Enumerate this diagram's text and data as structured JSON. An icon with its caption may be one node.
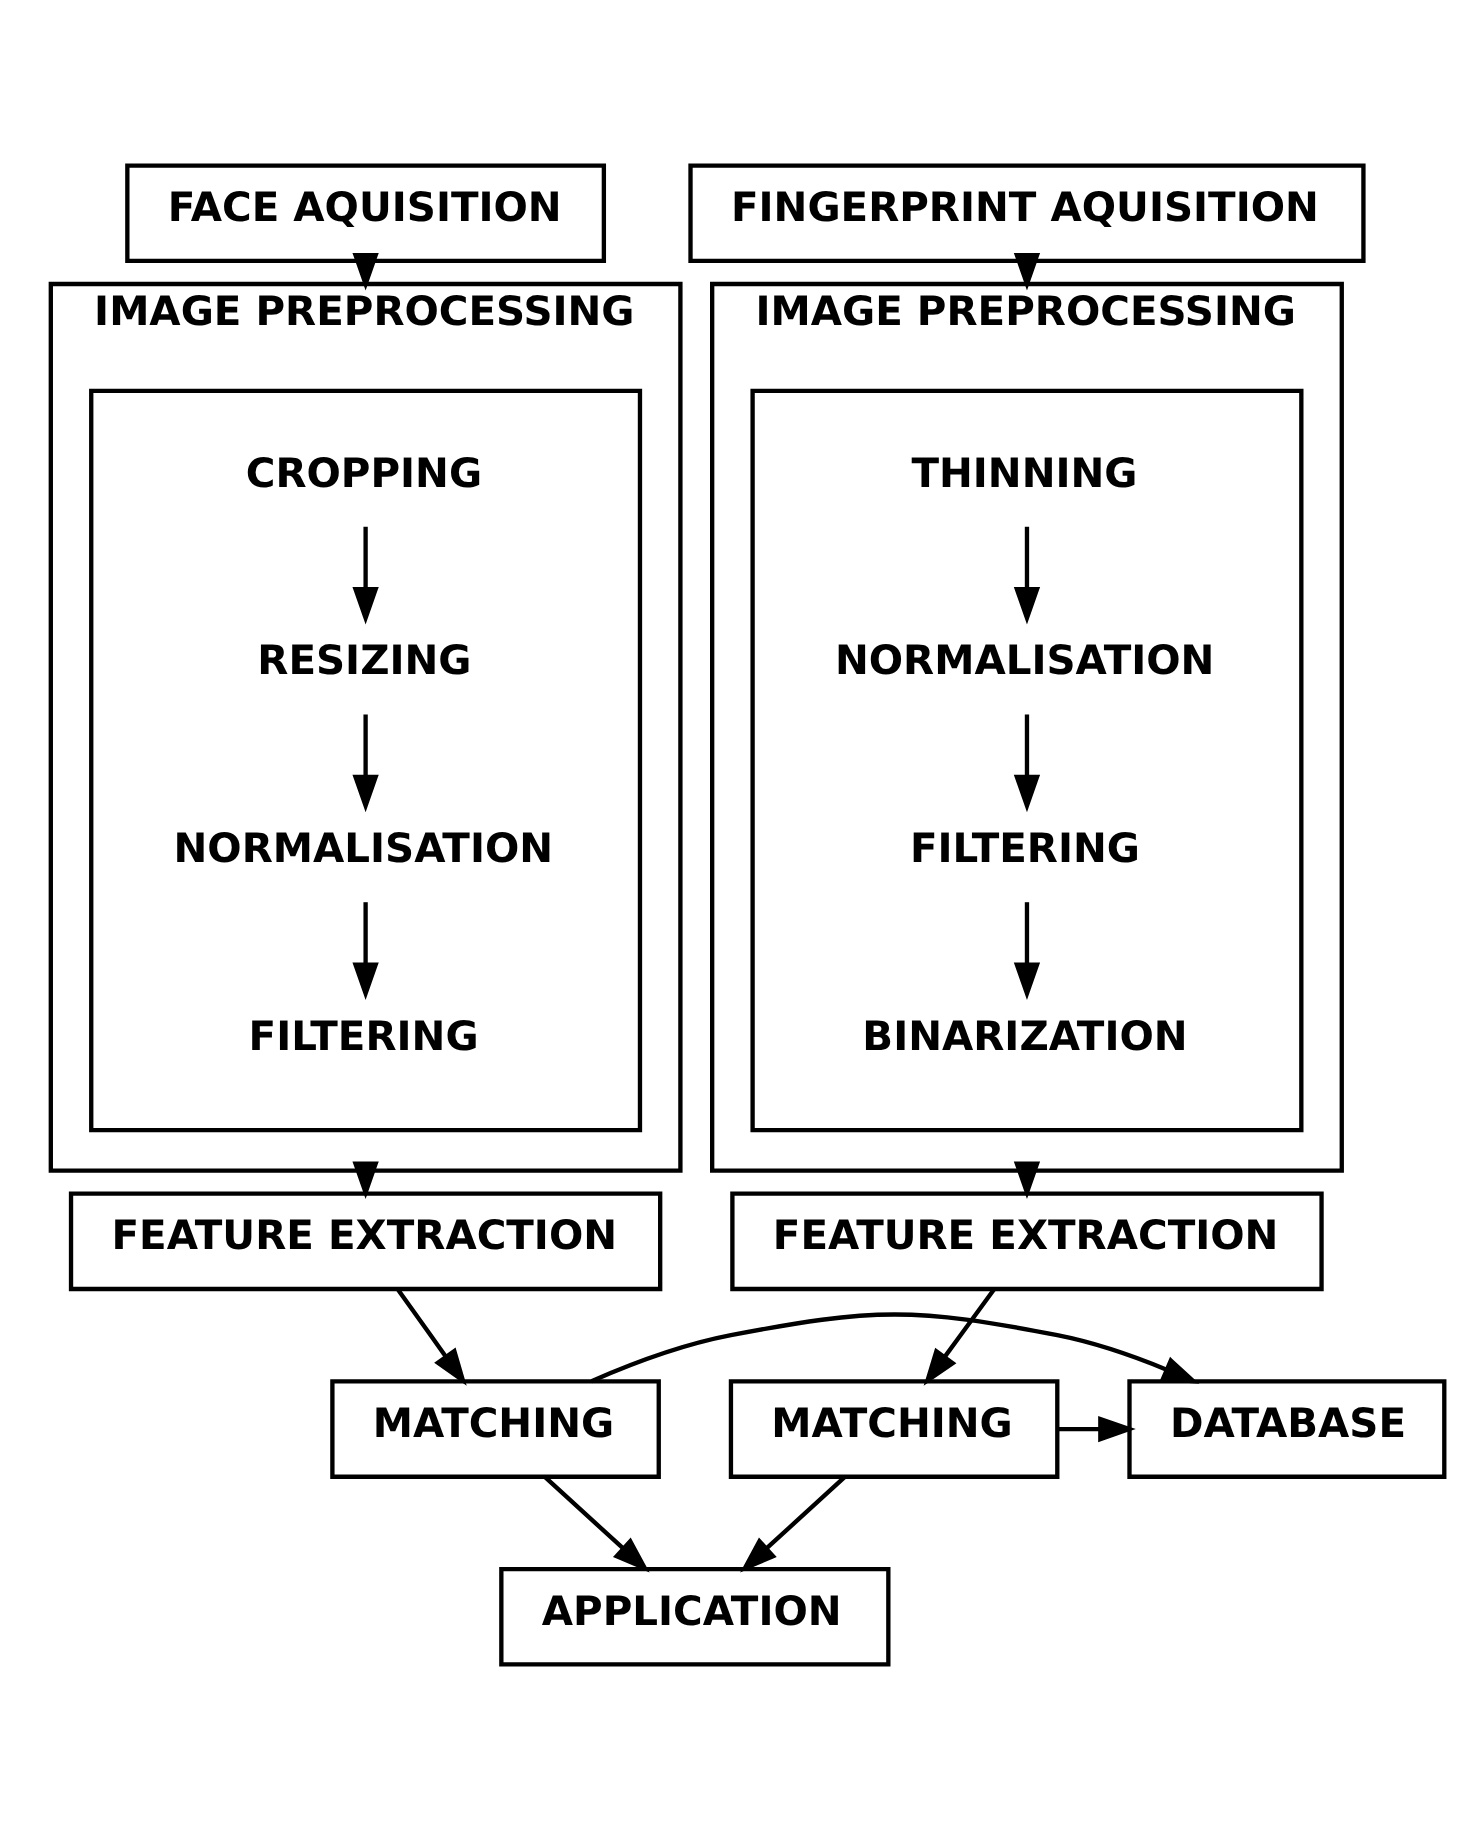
{
  "diagram": {
    "nodes": [
      {
        "text": [
          "FACE AQUISITION"
        ]
      },
      {
        "text": [
          "IMAGE PREPROCESSING"
        ]
      },
      {
        "text": [],
        "shape": "box",
        "in": 1
      },
      {
        "text": [
          "CROPPING"
        ],
        "in": 2
      },
      {
        "text": [
          "RESIZING"
        ],
        "in": 2
      },
      {
        "text": [
          "NORMALISATION"
        ],
        "in": 2
      },
      {
        "text": [
          "FILTERING"
        ],
        "in": 2
      },
      {
        "text": [
          "FINGERPRINT AQUISITION"
        ]
      },
      {
        "text": [
          "IMAGE PREPROCESSING"
        ]
      },
      {
        "text": [],
        "shape": "box",
        "in": 8
      },
      {
        "text": [
          "THINNING"
        ],
        "in": 9
      },
      {
        "text": [
          "NORMALISATION"
        ],
        "in": 9
      },
      {
        "text": [
          "FILTERING"
        ],
        "in": 9
      },
      {
        "text": [
          "BINARIZATION"
        ],
        "in": 9
      },
      {
        "text": [
          "FEATURE EXTRACTION"
        ]
      },
      {
        "text": [
          "FEATURE EXTRACTION"
        ]
      },
      {
        "text": [
          "MATCHING"
        ]
      },
      {
        "text": [
          "DATABASE"
        ]
      },
      {
        "text": [
          "MATCHING"
        ]
      },
      {
        "text": [
          "APPLICATION"
        ]
      }
    ],
    "edges": [
      {
        "from": 0,
        "to": 1,
        "arrow": "to"
      },
      {
        "from": 3,
        "to": 4,
        "arrow": "to"
      },
      {
        "from": 4,
        "to": 5,
        "arrow": "to"
      },
      {
        "from": 5,
        "to": 6,
        "arrow": "to"
      },
      {
        "from": 7,
        "to": 8,
        "arrow": "to"
      },
      {
        "from": 10,
        "to": 11,
        "arrow": "to"
      },
      {
        "from": 11,
        "to": 12,
        "arrow": "to"
      },
      {
        "from": 12,
        "to": 13,
        "arrow": "to"
      },
      {
        "from": 1,
        "to": 14,
        "arrow": "to"
      },
      {
        "from": 8,
        "to": 15,
        "arrow": "to"
      },
      {
        "from": 14,
        "to": 16,
        "arrow": "to"
      },
      {
        "from": 15,
        "to": 18,
        "arrow": "to"
      },
      {
        "from": 16,
        "to": 17,
        "arrow": "to"
      },
      {
        "from": 18,
        "to": 17,
        "arrow": "to"
      },
      {
        "from": 16,
        "to": 19,
        "arrow": "to"
      },
      {
        "from": 18,
        "to": 19,
        "arrow": "to"
      }
    ]
  }
}
